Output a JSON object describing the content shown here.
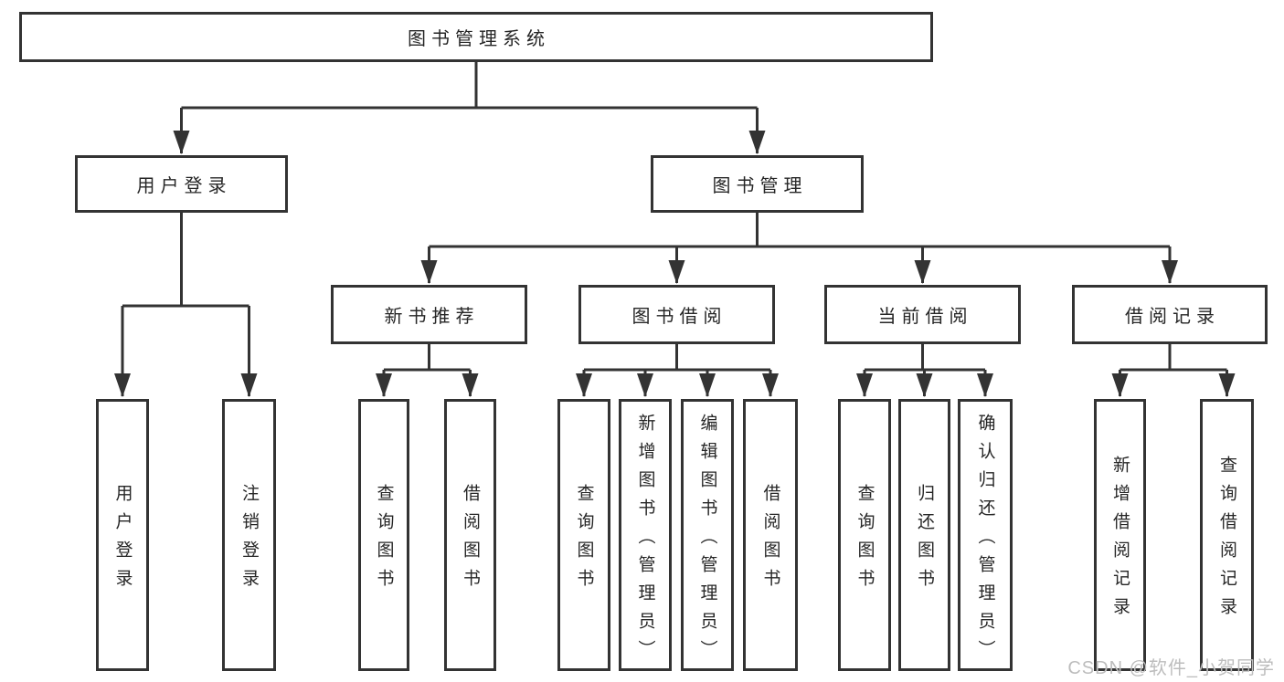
{
  "diagram": {
    "type": "hierarchy-tree",
    "title": "图书管理系统"
  },
  "colors": {
    "line": "#333333",
    "box_border": "#333333",
    "box_fill": "#ffffff",
    "text": "#262626",
    "watermark": "#bdbdbd",
    "background": "#ffffff"
  },
  "tree": {
    "root": {
      "label": "图书管理系统"
    },
    "branches": [
      {
        "label": "用户登录",
        "children": [
          {
            "label": "用户登录"
          },
          {
            "label": "注销登录"
          }
        ]
      },
      {
        "label": "图书管理",
        "sub": [
          {
            "label": "新书推荐",
            "children": [
              {
                "label": "查询图书"
              },
              {
                "label": "借阅图书"
              }
            ]
          },
          {
            "label": "图书借阅",
            "children": [
              {
                "label": "查询图书"
              },
              {
                "label": "新增图书（管理员）"
              },
              {
                "label": "编辑图书（管理员）"
              },
              {
                "label": "借阅图书"
              }
            ]
          },
          {
            "label": "当前借阅",
            "children": [
              {
                "label": "查询图书"
              },
              {
                "label": "归还图书"
              },
              {
                "label": "确认归还（管理员）"
              }
            ]
          },
          {
            "label": "借阅记录",
            "children": [
              {
                "label": "新增借阅记录"
              },
              {
                "label": "查询借阅记录"
              }
            ]
          }
        ]
      }
    ]
  },
  "watermark": {
    "text": "CSDN @软件_小贺同学"
  }
}
